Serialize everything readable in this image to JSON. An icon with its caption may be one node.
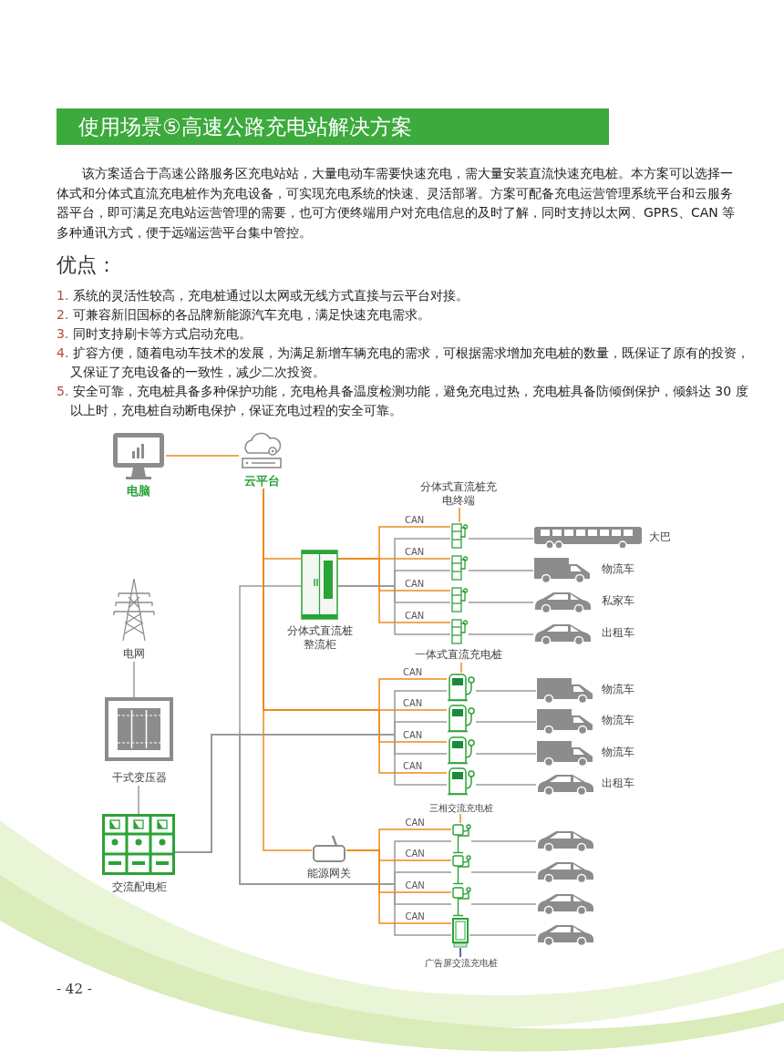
{
  "diagram": {
    "title": "使用场景⑤高速公路充电站解决方案",
    "nodes": [
      {
        "text": [
          "电脑"
        ]
      },
      {
        "text": [
          "云平台"
        ]
      },
      {
        "text": [
          "电网"
        ]
      },
      {
        "text": [
          "干式变压器"
        ]
      },
      {
        "text": [
          "交流配电柜"
        ]
      },
      {
        "text": [
          "分体式直流桩整流柜"
        ]
      },
      {
        "text": [
          "能源网关"
        ]
      },
      {
        "text": [
          "分体式直流桩充电终端"
        ]
      },
      {
        "text": [],
        "shape": "picture"
      },
      {
        "text": [],
        "shape": "picture"
      },
      {
        "text": [],
        "shape": "picture"
      },
      {
        "text": [],
        "shape": "picture"
      },
      {
        "text": [
          "大巴"
        ]
      },
      {
        "text": [
          "物流车"
        ]
      },
      {
        "text": [
          "私家车"
        ]
      },
      {
        "text": [
          "出租车"
        ]
      },
      {
        "text": [
          "一体式直流充电桩"
        ]
      },
      {
        "text": [],
        "shape": "picture"
      },
      {
        "text": [],
        "shape": "picture"
      },
      {
        "text": [],
        "shape": "picture"
      },
      {
        "text": [],
        "shape": "picture"
      },
      {
        "text": [
          "物流车"
        ]
      },
      {
        "text": [
          "物流车"
        ]
      },
      {
        "text": [
          "物流车"
        ]
      },
      {
        "text": [
          "出租车"
        ]
      },
      {
        "text": [
          "三相交流充电桩"
        ]
      },
      {
        "text": [],
        "shape": "picture"
      },
      {
        "text": [],
        "shape": "picture"
      },
      {
        "text": [],
        "shape": "picture"
      },
      {
        "text": [],
        "shape": "picture"
      },
      {
        "text": [],
        "shape": "picture"
      },
      {
        "text": [],
        "shape": "picture"
      },
      {
        "text": [],
        "shape": "picture"
      },
      {
        "text": [],
        "shape": "picture"
      },
      {
        "text": [
          "广告屏交流充电桩"
        ]
      }
    ],
    "edges": [
      {
        "from": 0,
        "to": 1,
        "arrow": "none",
        "color": "#ee8a1c"
      },
      {
        "from": 2,
        "to": 3,
        "arrow": "none"
      },
      {
        "from": 3,
        "to": 4,
        "arrow": "none"
      },
      {
        "from": 1,
        "to": 5,
        "arrow": "none",
        "color": "#ee8a1c"
      },
      {
        "from": 1,
        "to": 17,
        "arrow": "none",
        "label": "CAN",
        "color": "#ee8a1c"
      },
      {
        "from": 1,
        "to": 18,
        "arrow": "none",
        "label": "CAN",
        "color": "#ee8a1c"
      },
      {
        "from": 1,
        "to": 19,
        "arrow": "none",
        "label": "CAN",
        "color": "#ee8a1c"
      },
      {
        "from": 1,
        "to": 20,
        "arrow": "none",
        "label": "CAN",
        "color": "#ee8a1c"
      },
      {
        "from": 1,
        "to": 6,
        "arrow": "none",
        "color": "#ee8a1c"
      },
      {
        "from": 5,
        "to": 8,
        "arrow": "none",
        "label": "CAN",
        "color": "#ee8a1c"
      },
      {
        "from": 5,
        "to": 9,
        "arrow": "none",
        "label": "CAN",
        "color": "#ee8a1c"
      },
      {
        "from": 5,
        "to": 10,
        "arrow": "none",
        "label": "CAN",
        "color": "#ee8a1c"
      },
      {
        "from": 5,
        "to": 11,
        "arrow": "none",
        "label": "CAN",
        "color": "#ee8a1c"
      },
      {
        "from": 5,
        "to": 8,
        "arrow": "none"
      },
      {
        "from": 5,
        "to": 9,
        "arrow": "none"
      },
      {
        "from": 5,
        "to": 10,
        "arrow": "none"
      },
      {
        "from": 5,
        "to": 11,
        "arrow": "none"
      },
      {
        "from": 4,
        "to": 5,
        "arrow": "none"
      },
      {
        "from": 4,
        "to": 17,
        "arrow": "none"
      },
      {
        "from": 4,
        "to": 18,
        "arrow": "none"
      },
      {
        "from": 4,
        "to": 19,
        "arrow": "none"
      },
      {
        "from": 4,
        "to": 20,
        "arrow": "none"
      },
      {
        "from": 4,
        "to": 26,
        "arrow": "none"
      },
      {
        "from": 4,
        "to": 27,
        "arrow": "none"
      },
      {
        "from": 4,
        "to": 28,
        "arrow": "none"
      },
      {
        "from": 4,
        "to": 29,
        "arrow": "none"
      },
      {
        "from": 6,
        "to": 26,
        "arrow": "none",
        "label": "CAN",
        "color": "#ee8a1c"
      },
      {
        "from": 6,
        "to": 27,
        "arrow": "none",
        "label": "CAN",
        "color": "#ee8a1c"
      },
      {
        "from": 6,
        "to": 28,
        "arrow": "none",
        "label": "CAN",
        "color": "#ee8a1c"
      },
      {
        "from": 6,
        "to": 29,
        "arrow": "none",
        "label": "CAN",
        "color": "#ee8a1c"
      },
      {
        "from": 8,
        "to": 12,
        "arrow": "none"
      },
      {
        "from": 9,
        "to": 13,
        "arrow": "none"
      },
      {
        "from": 10,
        "to": 14,
        "arrow": "none"
      },
      {
        "from": 11,
        "to": 15,
        "arrow": "none"
      },
      {
        "from": 17,
        "to": 21,
        "arrow": "none"
      },
      {
        "from": 18,
        "to": 22,
        "arrow": "none"
      },
      {
        "from": 19,
        "to": 23,
        "arrow": "none"
      },
      {
        "from": 20,
        "to": 24,
        "arrow": "none"
      },
      {
        "from": 26,
        "to": 30,
        "arrow": "none"
      },
      {
        "from": 27,
        "to": 31,
        "arrow": "none"
      },
      {
        "from": 28,
        "to": 32,
        "arrow": "none"
      },
      {
        "from": 29,
        "to": 33,
        "arrow": "none"
      },
      {
        "from": 7,
        "to": 8,
        "arrow": "none",
        "color": "#ee8a1c"
      },
      {
        "from": 16,
        "to": 17,
        "arrow": "none",
        "color": "#ee8a1c"
      },
      {
        "from": 25,
        "to": 26,
        "arrow": "none",
        "color": "#ee8a1c"
      },
      {
        "from": 34,
        "to": 29,
        "arrow": "none",
        "color": "#2b3990"
      }
    ],
    "labels": [
      "该方案适合于高速公路服务区充电站站，大量电动车需要快速充电，需大量安装直流快速充电桩。本方案可以选择一体式和分体式直流充电桩作为充电设备，可实现充电系统的快速、灵活部署。方案可配备充电运营管理系统平台和云服务器平台，即可满足充电站运营管理的需要，也可方便终端用户对充电信息的及时了解，同时支持以太网、GPRS、CAN 等多种通讯方式，便于远端运营平台集中管控。",
      "优点：",
      "1. 系统的灵活性较高，充电桩通过以太网或无线方式直接与云平台对接。",
      "2. 可兼容新旧国标的各品牌新能源汽车充电，满足快速充电需求。",
      "3. 同时支持刷卡等方式启动充电。",
      "4. 扩容方便，随着电动车技术的发展，为满足新增车辆充电的需求，可根据需求增加充电桩的数量，既保证了原有的投资，又保证了充电设备的一致性，减少二次投资。",
      "5. 安全可靠，充电桩具备多种保护功能，充电枪具备温度检测功能，避免充电过热，充电桩具备防倾倒保护，倾斜达 30 度以上时，充电桩自动断电保护，保证充电过程的安全可靠。",
      "- 42 -"
    ]
  }
}
